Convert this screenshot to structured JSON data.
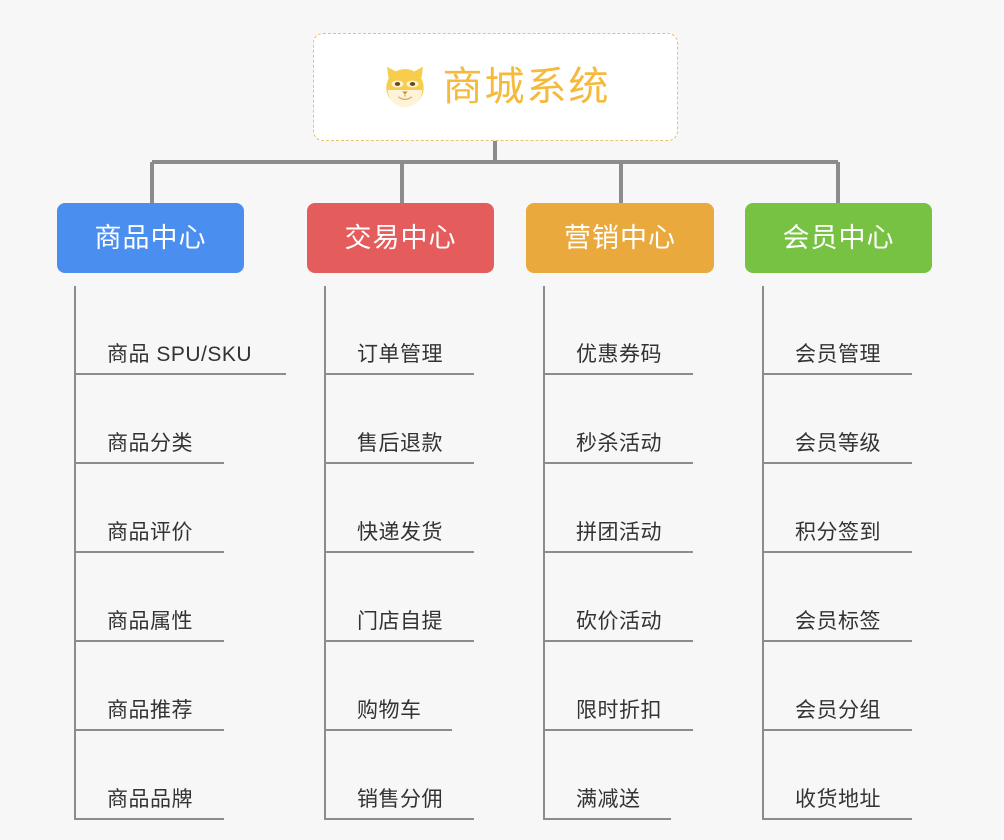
{
  "diagram": {
    "title": "商城系统",
    "root": {
      "label": "商城系统",
      "icon": "shiba-dog-icon",
      "text_color": "#f5b93c",
      "border_color": "#e8c070",
      "background": "#ffffff"
    },
    "background": "#f7f7f7",
    "connector_color": "#8c8c8c",
    "columns": [
      {
        "header": "商品中心",
        "color": "#4a8ef0",
        "items": [
          "商品 SPU/SKU",
          "商品分类",
          "商品评价",
          "商品属性",
          "商品推荐",
          "商品品牌"
        ]
      },
      {
        "header": "交易中心",
        "color": "#e45c5c",
        "items": [
          "订单管理",
          "售后退款",
          "快递发货",
          "门店自提",
          "购物车",
          "销售分佣"
        ]
      },
      {
        "header": "营销中心",
        "color": "#e9a93c",
        "items": [
          "优惠券码",
          "秒杀活动",
          "拼团活动",
          "砍价活动",
          "限时折扣",
          "满减送"
        ]
      },
      {
        "header": "会员中心",
        "color": "#77c242",
        "items": [
          "会员管理",
          "会员等级",
          "积分签到",
          "会员标签",
          "会员分组",
          "收货地址"
        ]
      }
    ]
  }
}
